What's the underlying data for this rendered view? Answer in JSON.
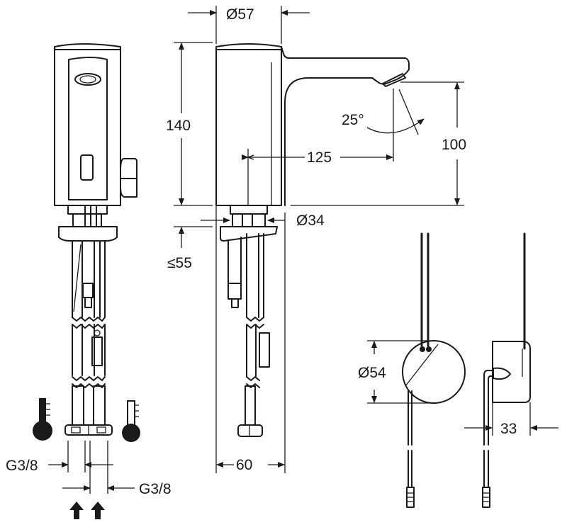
{
  "title": "Sensor basin tap dimension drawing",
  "colors": {
    "line": "#1a1a1a",
    "background": "#ffffff"
  },
  "dimensions": {
    "body_diameter": "Ø57",
    "height": "140",
    "spout_reach": "125",
    "outlet_height": "100",
    "spray_angle": "25°",
    "shank_diameter": "Ø34",
    "max_deck_thickness": "≤55",
    "base_width": "60",
    "connection_left": "G3/8",
    "connection_right": "G3/8",
    "sensor_module_diameter": "Ø54",
    "sensor_module_depth": "33"
  },
  "icons": {
    "hot": "thermometer-hot-icon",
    "cold": "thermometer-cold-icon",
    "flow": "arrow-up-icon"
  }
}
